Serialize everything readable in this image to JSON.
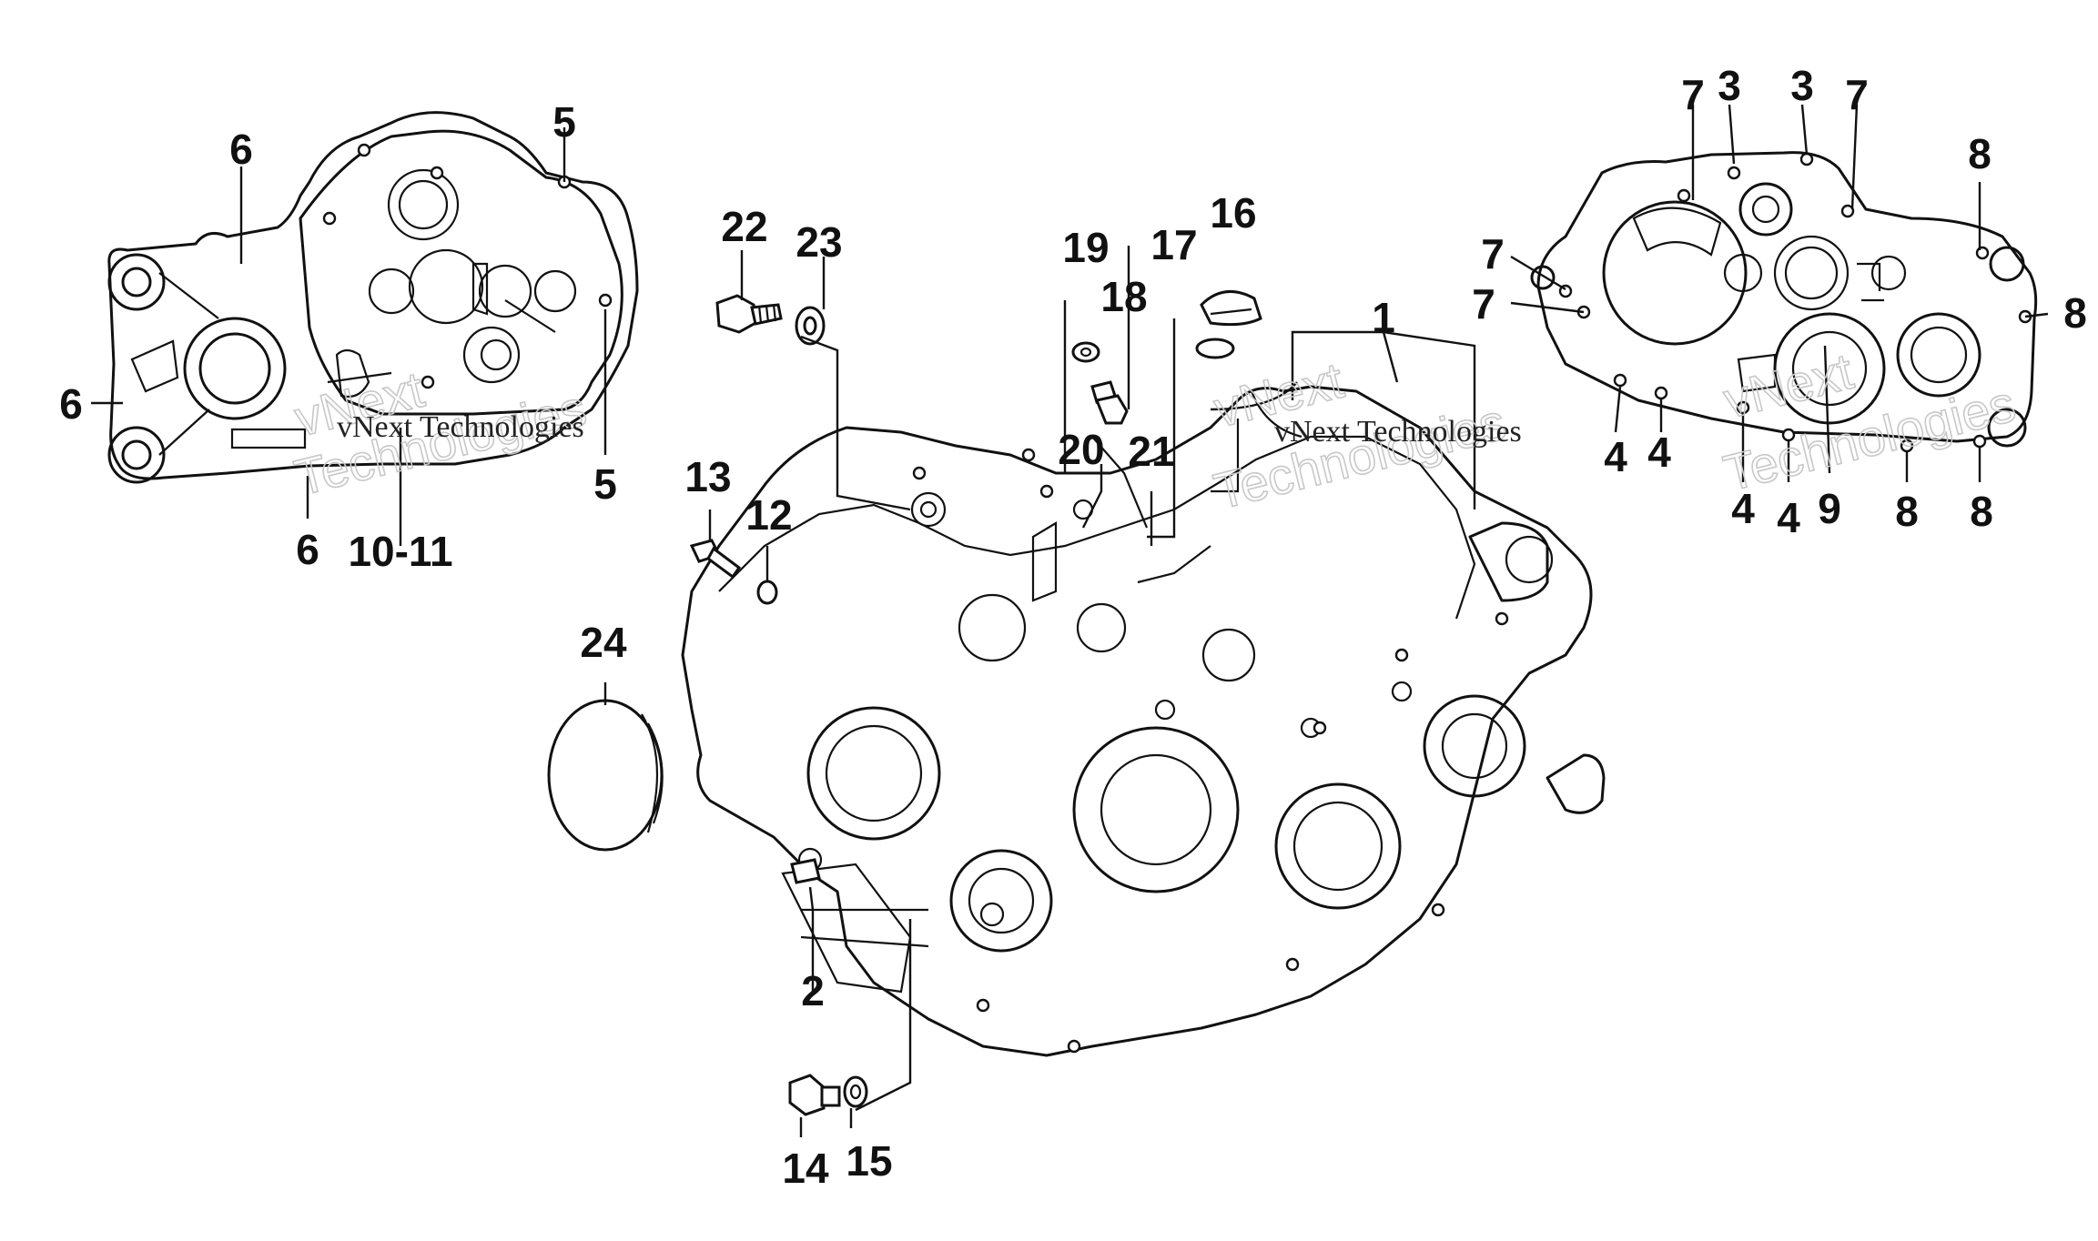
{
  "diagram": {
    "labels": {
      "l1": "1",
      "l2": "2",
      "l3a": "3",
      "l3b": "3",
      "l4a": "4",
      "l4b": "4",
      "l4c": "4",
      "l4d": "4",
      "l5a": "5",
      "l5b": "5",
      "l6a": "6",
      "l6b": "6",
      "l6c": "6",
      "l7a": "7",
      "l7b": "7",
      "l7c": "7",
      "l7d": "7",
      "l8a": "8",
      "l8b": "8",
      "l8c": "8",
      "l8d": "8",
      "l9": "9",
      "l1011": "10-11",
      "l12": "12",
      "l13": "13",
      "l14": "14",
      "l15": "15",
      "l16": "16",
      "l17": "17",
      "l18": "18",
      "l19": "19",
      "l20": "20",
      "l21": "21",
      "l22": "22",
      "l23": "23",
      "l24": "24"
    },
    "watermark": {
      "left_text": "vNext Technologies",
      "center_text": "vNext Technologies",
      "left_outline_1": "vNext",
      "left_outline_2": "Technologies",
      "center_outline_1": "vNext",
      "center_outline_2": "Technologies",
      "right_outline_1": "vNext",
      "right_outline_2": "Technologies"
    }
  }
}
